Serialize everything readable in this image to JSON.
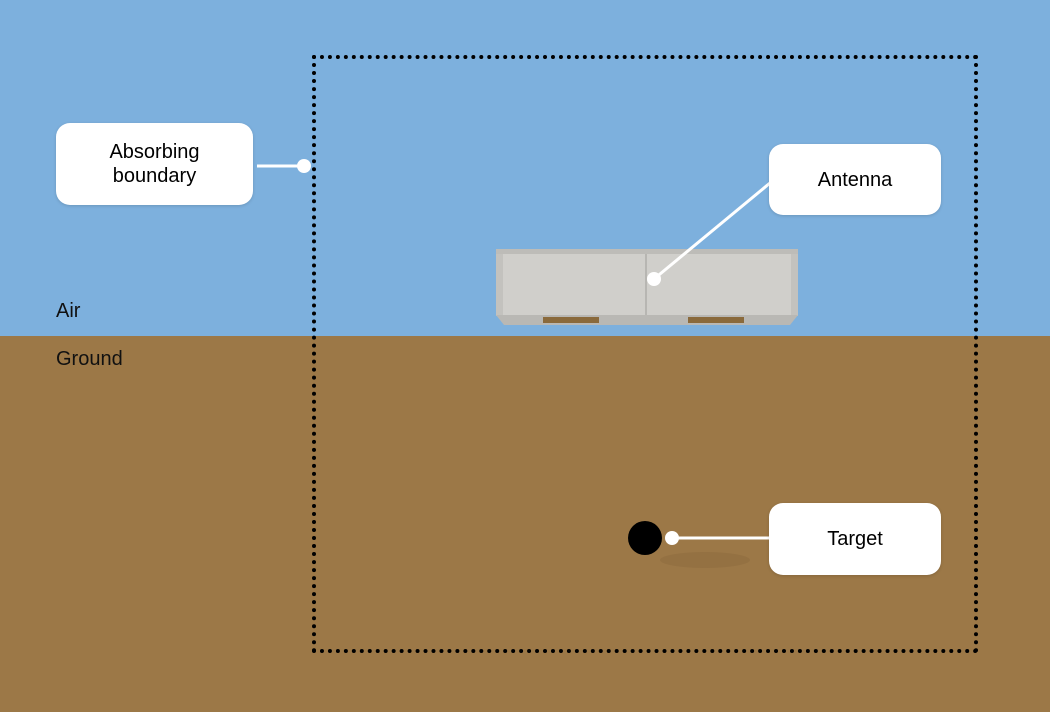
{
  "regions": {
    "air_label": "Air",
    "ground_label": "Ground",
    "air_color": "#7db0dd",
    "ground_color": "#9c7847"
  },
  "callouts": {
    "boundary": "Absorbing boundary",
    "antenna": "Antenna",
    "target": "Target"
  },
  "colors": {
    "boundary_line": "#000000",
    "leader_line": "#ffffff",
    "antenna_body": "#d0cfcb",
    "antenna_element": "#8a6a3c",
    "target": "#000000"
  }
}
